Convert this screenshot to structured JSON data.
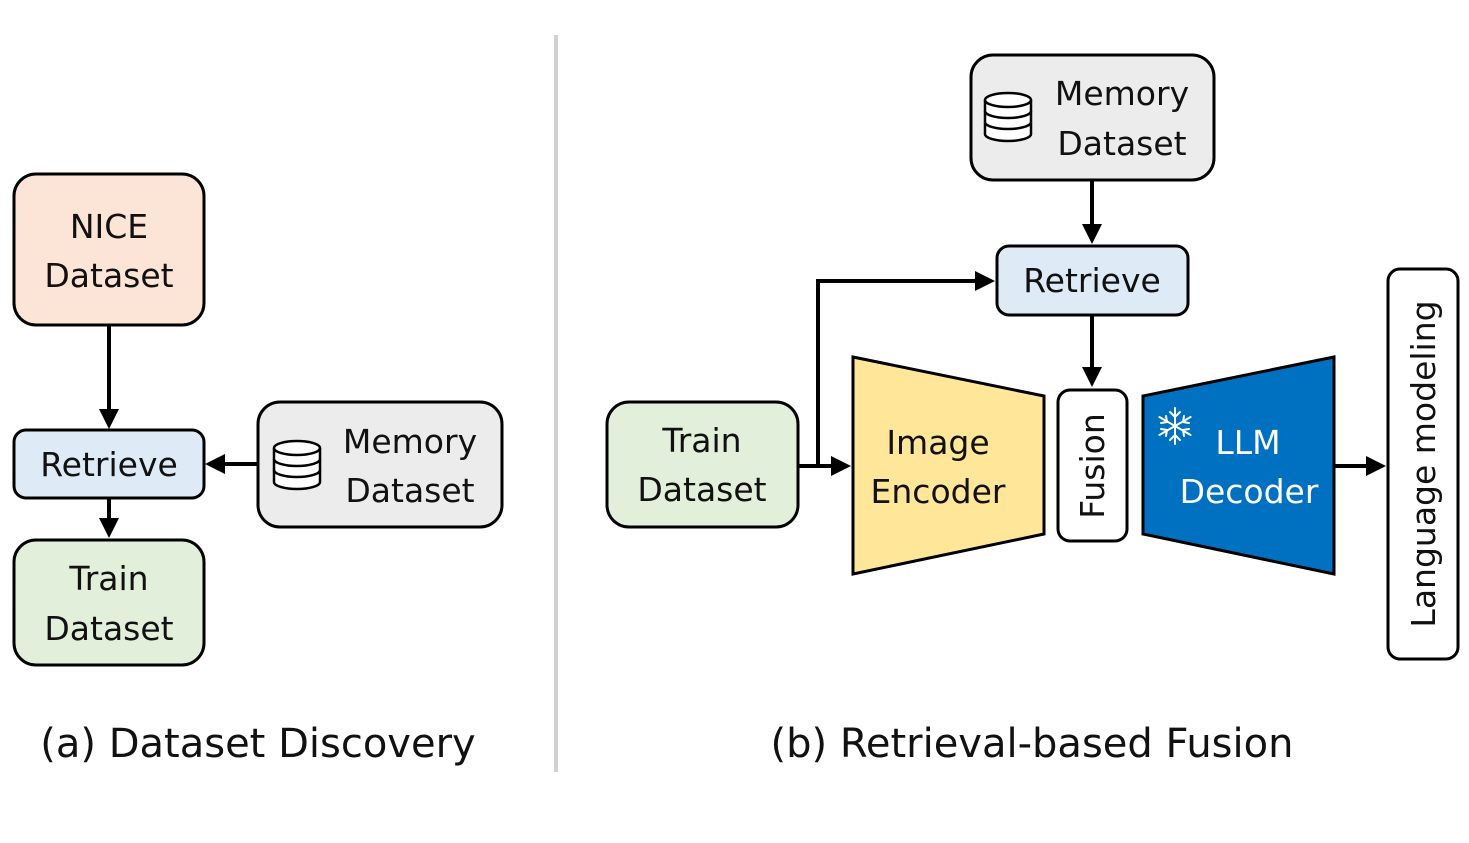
{
  "panel_a": {
    "nice_dataset": [
      "NICE",
      "Dataset"
    ],
    "retrieve": "Retrieve",
    "memory_dataset": [
      "Memory",
      "Dataset"
    ],
    "train_dataset": [
      "Train",
      "Dataset"
    ],
    "caption": "(a) Dataset Discovery"
  },
  "panel_b": {
    "memory_dataset": [
      "Memory",
      "Dataset"
    ],
    "retrieve": "Retrieve",
    "train_dataset": [
      "Train",
      "Dataset"
    ],
    "image_encoder": [
      "Image",
      "Encoder"
    ],
    "fusion": "Fusion",
    "llm_decoder": [
      "LLM",
      "Decoder"
    ],
    "output": "Language modeling",
    "caption": "(b) Retrieval-based Fusion"
  },
  "colors": {
    "nice_fill": "#fce4d6",
    "memory_fill": "#ececec",
    "retrieve_fill": "#deebf7",
    "train_fill": "#e2efda",
    "encoder_fill": "#ffe699",
    "decoder_fill": "#0070c0",
    "divider": "#d0d0d0"
  },
  "icons": {
    "database": "database-icon",
    "frozen": "snowflake-icon"
  }
}
